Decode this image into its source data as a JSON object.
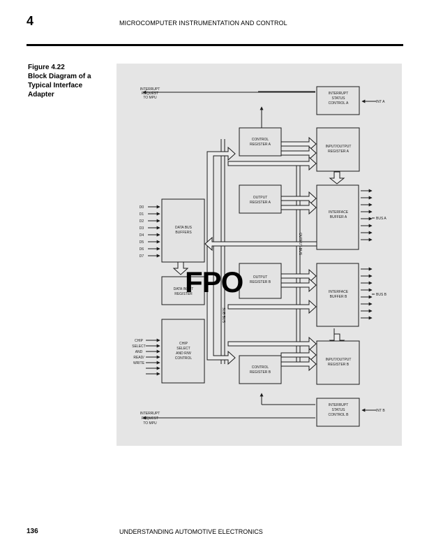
{
  "header": {
    "chapter_number": "4",
    "running_title": "MICROCOMPUTER INSTRUMENTATION AND CONTROL"
  },
  "caption": {
    "line1": "Figure 4.22",
    "line2": "Block Diagram of a",
    "line3": "Typical Interface",
    "line4": "Adapter"
  },
  "diagram": {
    "irq_a": [
      "INTERRUPT",
      "REQUEST",
      "TO MPU"
    ],
    "isc_a": [
      "INTERRUPT",
      "STATUS",
      "CONTROL A"
    ],
    "int_a": "INT A",
    "cra": [
      "CONTROL",
      "REGISTER A"
    ],
    "ioa": [
      "INPUT/OUTPUT",
      "REGISTER A"
    ],
    "ora": [
      "OUTPUT",
      "REGISTER A"
    ],
    "iba": [
      "INTERFACE",
      "BUFFER A"
    ],
    "bus_a": "BUS A",
    "dbb": [
      "DATA BUS",
      "BUFFERS"
    ],
    "data_lines": [
      "D0",
      "D1",
      "D2",
      "D3",
      "D4",
      "D5",
      "D6",
      "D7"
    ],
    "dir": [
      "DATA INPUT",
      "REGISTER"
    ],
    "orb": [
      "OUTPUT",
      "REGISTER B"
    ],
    "ibb": [
      "INTERFACE",
      "BUFFER B"
    ],
    "bus_b": "BUS B",
    "output_bus": "OUTPUT BUS",
    "sub_bus": "SUB BUS",
    "chip_labels": [
      "CHIP",
      "SELECT",
      "AND",
      "READ/",
      "WRITE"
    ],
    "csc": [
      "CHIP",
      "SELECT",
      "AND R/W",
      "CONTROL"
    ],
    "crb": [
      "CONTROL",
      "REGISTER B"
    ],
    "iob": [
      "INPUT/OUTPUT",
      "REGISTER B"
    ],
    "irq_b": [
      "INTERRUPT",
      "REQUEST",
      "TO MPU"
    ],
    "isc_b": [
      "INTERRUPT",
      "STATUS",
      "CONTROL B"
    ],
    "int_b": "INT B",
    "colors": {
      "background": "#e5e5e5",
      "box": "#e3e3e3",
      "line": "#1a1a1a"
    }
  },
  "overlay": {
    "fpo": "FPO"
  },
  "footer": {
    "page_number": "136",
    "book_title": "UNDERSTANDING AUTOMOTIVE ELECTRONICS"
  }
}
